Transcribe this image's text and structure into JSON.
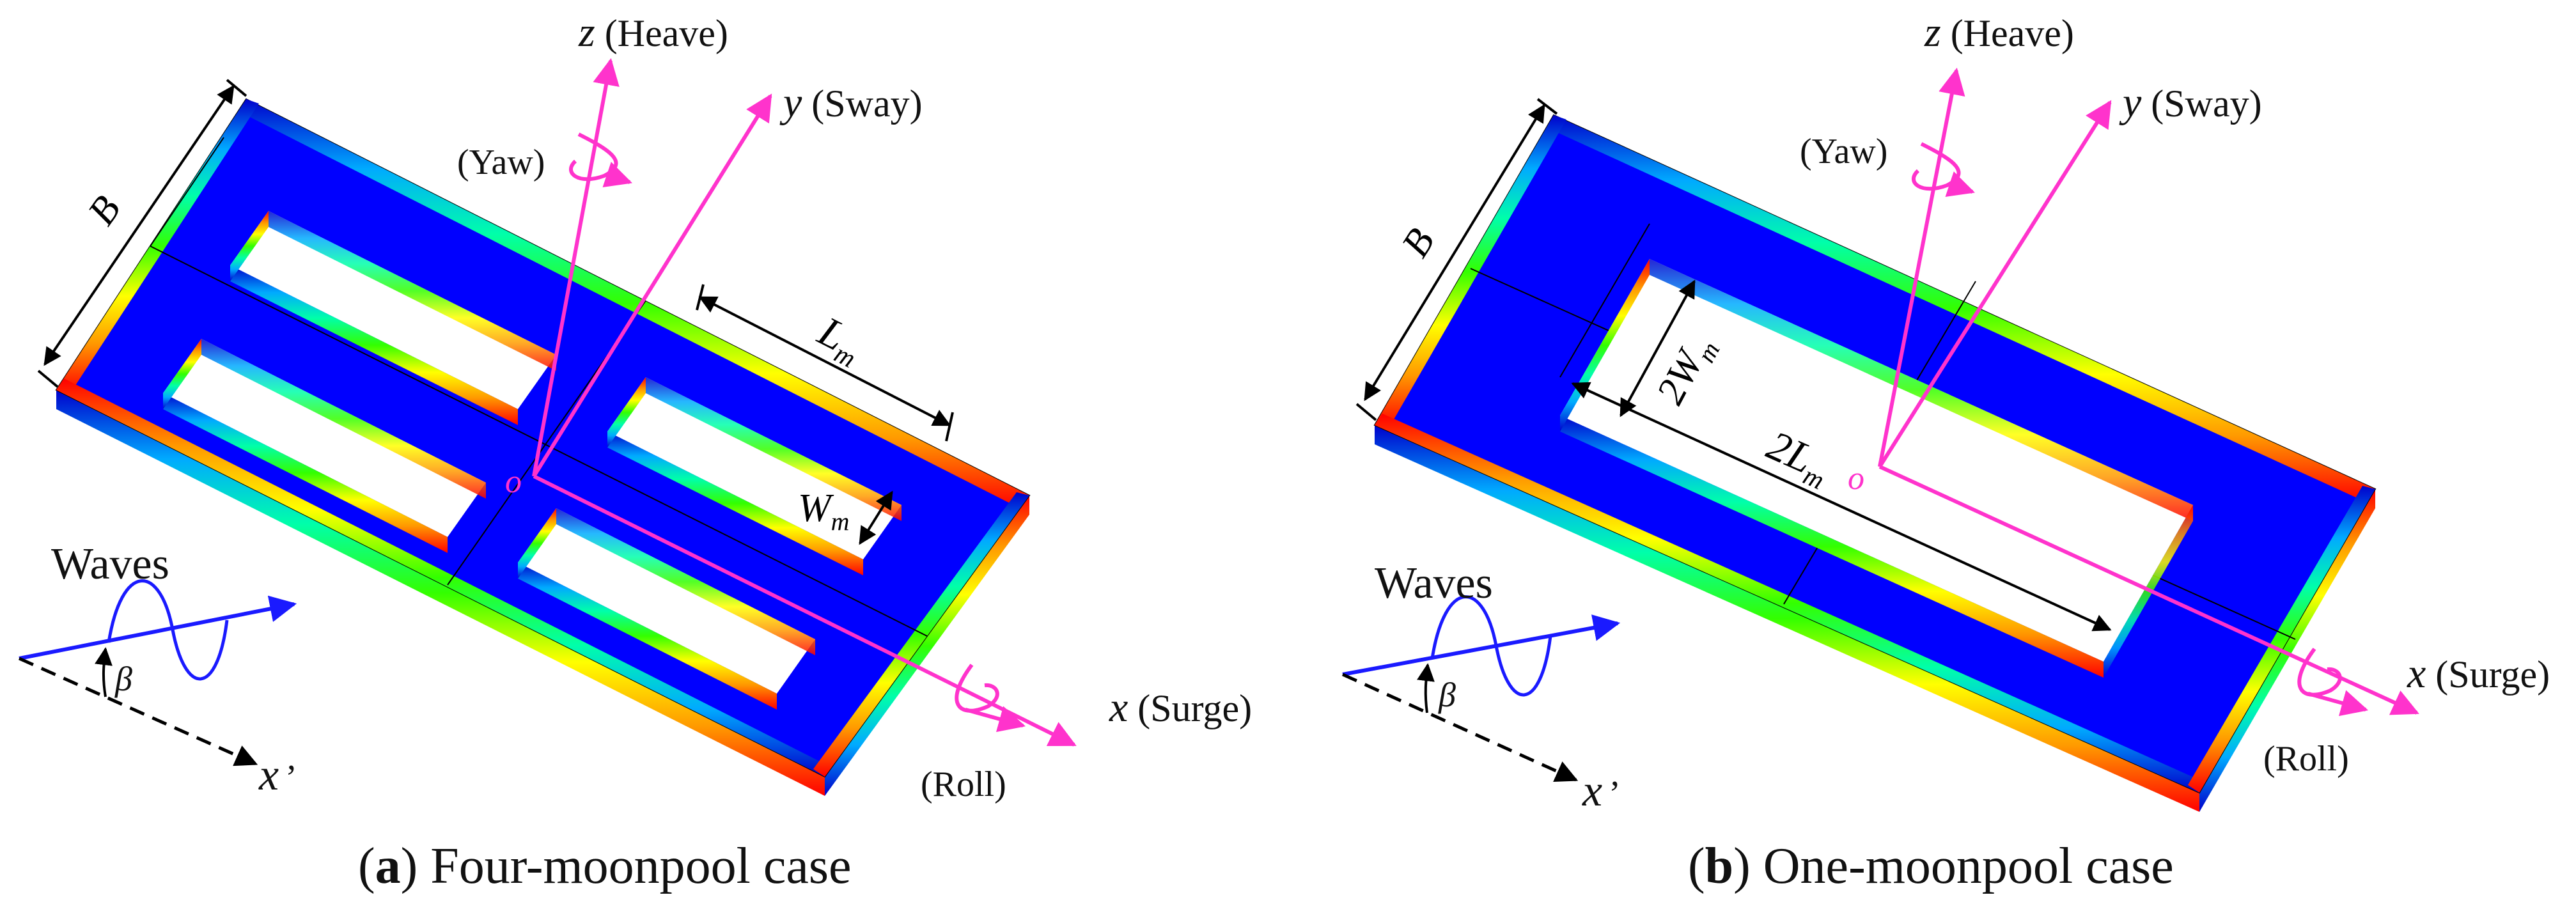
{
  "colors": {
    "deck": "#0000ff",
    "axis": "#ff33cc",
    "wave": "#1a1aff",
    "dimension": "#000000",
    "rainbow": [
      "#0000cc",
      "#00aaff",
      "#00ffaa",
      "#33ff00",
      "#ffff00",
      "#ff9900",
      "#ff0000"
    ]
  },
  "panel_a": {
    "caption_letter": "a",
    "caption_text": " Four-moonpool case",
    "labels": {
      "z": "z",
      "heave": " (Heave)",
      "y": "y",
      "sway": " (Sway)",
      "x": "x",
      "surge": " (Surge)",
      "yaw": "(Yaw)",
      "roll": "(Roll)",
      "origin": "o",
      "waves": "Waves",
      "beta": "β",
      "xprime": "x",
      "prime": "’",
      "B": "B",
      "L": "L",
      "L_sub": "m",
      "W": "W",
      "W_sub": "m"
    }
  },
  "panel_b": {
    "caption_letter": "b",
    "caption_text": " One-moonpool case",
    "labels": {
      "z": "z",
      "heave": " (Heave)",
      "y": "y",
      "sway": " (Sway)",
      "x": "x",
      "surge": " (Surge)",
      "yaw": "(Yaw)",
      "roll": "(Roll)",
      "origin": "o",
      "waves": "Waves",
      "beta": "β",
      "xprime": "x",
      "prime": "’",
      "B": "B",
      "L2": "2L",
      "L2_sub": "m",
      "W2": "2W",
      "W2_sub": "m"
    }
  }
}
